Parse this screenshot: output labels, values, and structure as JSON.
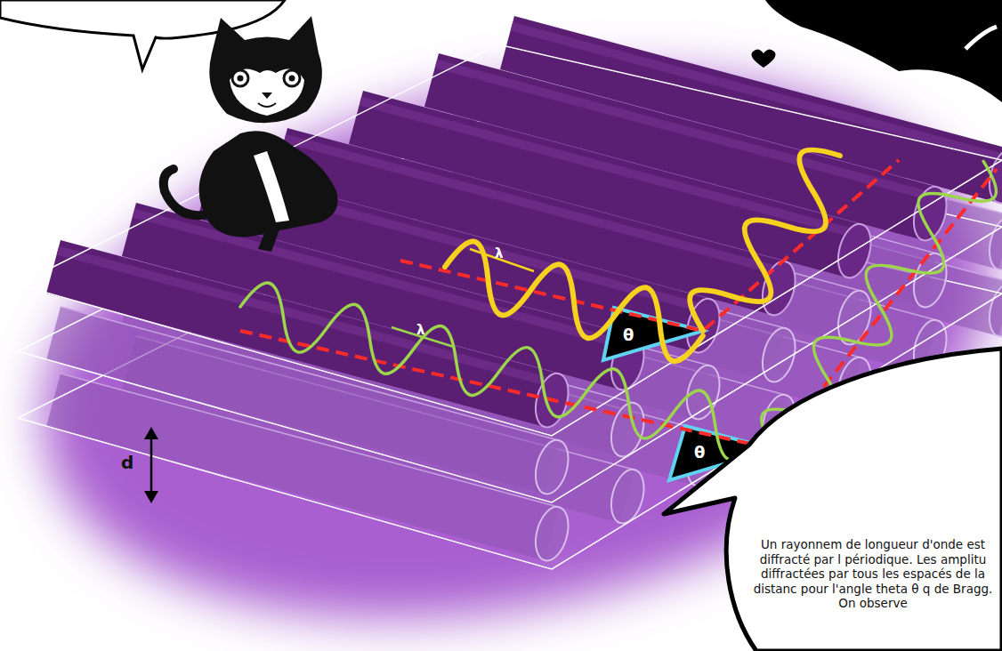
{
  "diagram": {
    "nodes": [
      {
        "text": [
          "Un rayonnem de longueur d'onde est diffracté par l périodique. Les amplitu diffractées par tous les espacés de la distanc pour l'angle theta θ q de Bragg. On observe"
        ]
      }
    ],
    "labels": [
      "d",
      "θ",
      "θ",
      "λ",
      "λ"
    ]
  }
}
